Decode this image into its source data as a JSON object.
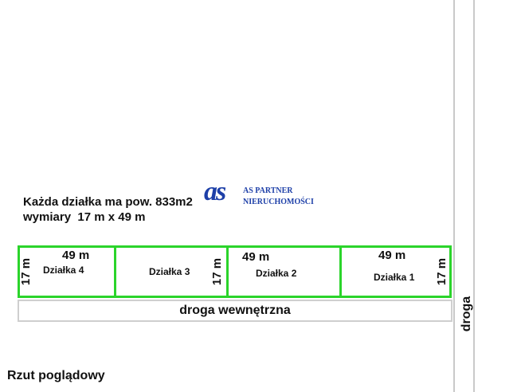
{
  "info": {
    "area_line": "Każda działka ma pow. 833m2",
    "dims_line": "wymiary  17 m x 49 m"
  },
  "logo": {
    "mark": "as",
    "line1": "AS PARTNER",
    "line2": "NIERUCHOMOŚCI",
    "color": "#1d3fa8"
  },
  "plots": [
    {
      "name": "Działka 4",
      "length": "49 m",
      "width": "17 m"
    },
    {
      "name": "Działka 3",
      "length": "",
      "width": "17 m"
    },
    {
      "name": "Działka 2",
      "length": "49 m",
      "width": ""
    },
    {
      "name": "Działka 1",
      "length": "49 m",
      "width": "17 m"
    }
  ],
  "internal_road_label": "droga wewnętrzna",
  "road_label": "droga",
  "footer_label": "Rzut poglądowy",
  "colors": {
    "plot_border": "#2bd42b",
    "road_line": "#c9c9c9"
  }
}
